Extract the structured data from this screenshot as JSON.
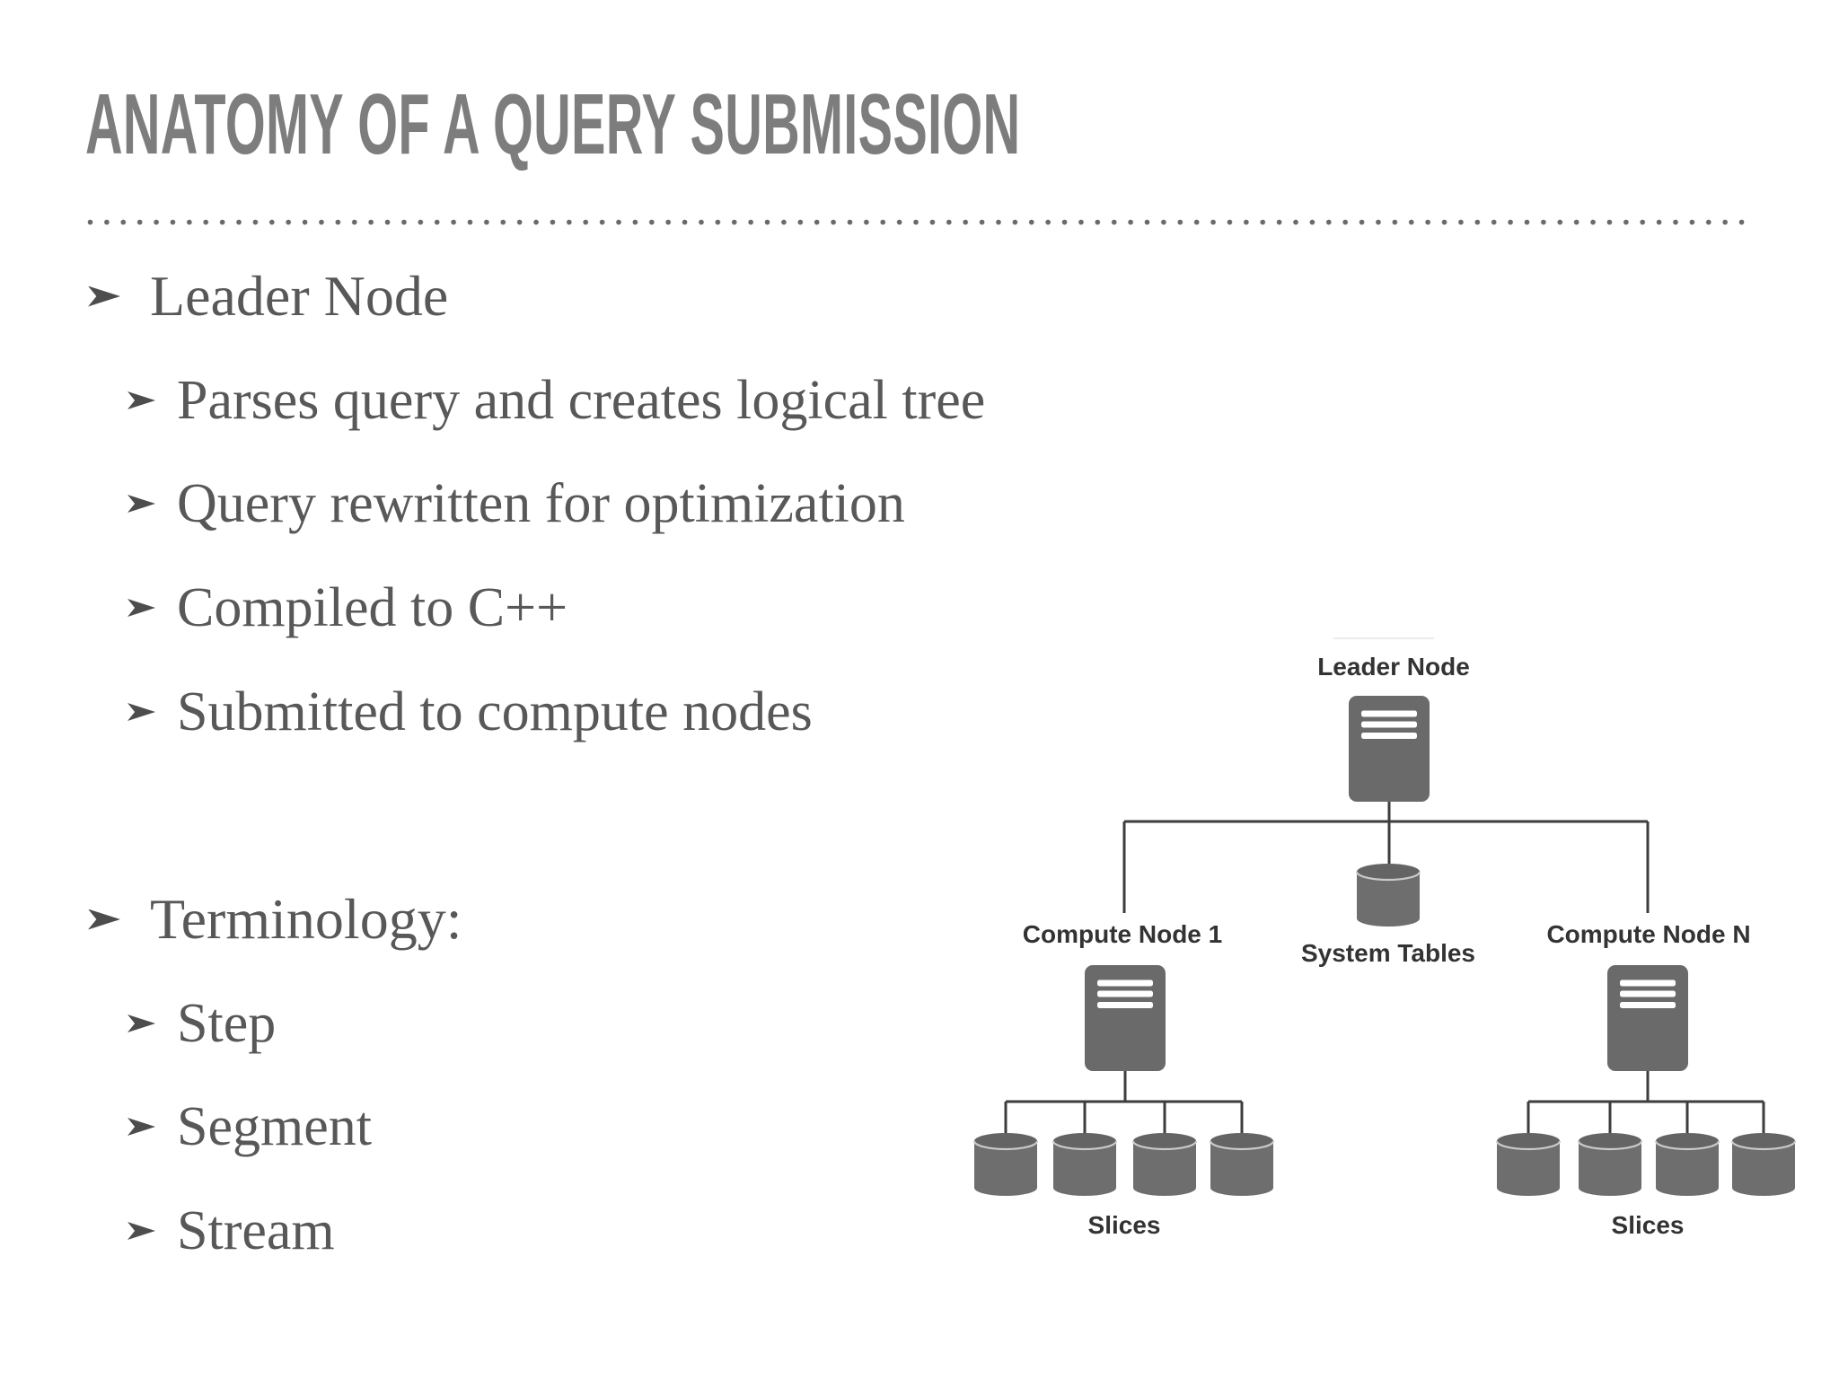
{
  "title": "ANATOMY OF A QUERY SUBMISSION",
  "outline": {
    "items": [
      {
        "text": "Leader Node",
        "level": 1
      },
      {
        "text": "Parses query and creates logical tree",
        "level": 2
      },
      {
        "text": "Query rewritten for optimization",
        "level": 2
      },
      {
        "text": "Compiled to C++",
        "level": 2
      },
      {
        "text": "Submitted to compute nodes",
        "level": 2
      },
      {
        "text": "Terminology:",
        "level": 1
      },
      {
        "text": "Step",
        "level": 2
      },
      {
        "text": "Segment",
        "level": 2
      },
      {
        "text": "Stream",
        "level": 2
      }
    ]
  },
  "diagram": {
    "leader_label": "Leader Node",
    "compute_node_1_label": "Compute Node 1",
    "system_tables_label": "System Tables",
    "compute_node_n_label": "Compute Node N",
    "slices_left_label": "Slices",
    "slices_right_label": "Slices"
  },
  "palette": {
    "title_gray": "#7d7d7d",
    "body_text_gray": "#585858",
    "bullet_arrow_gray": "#4d4d4d",
    "diagram_shape_gray": "#6a6a6a",
    "diagram_line_gray": "#3d3d3d",
    "diagram_label_gray": "#333333",
    "background": "#ffffff"
  }
}
